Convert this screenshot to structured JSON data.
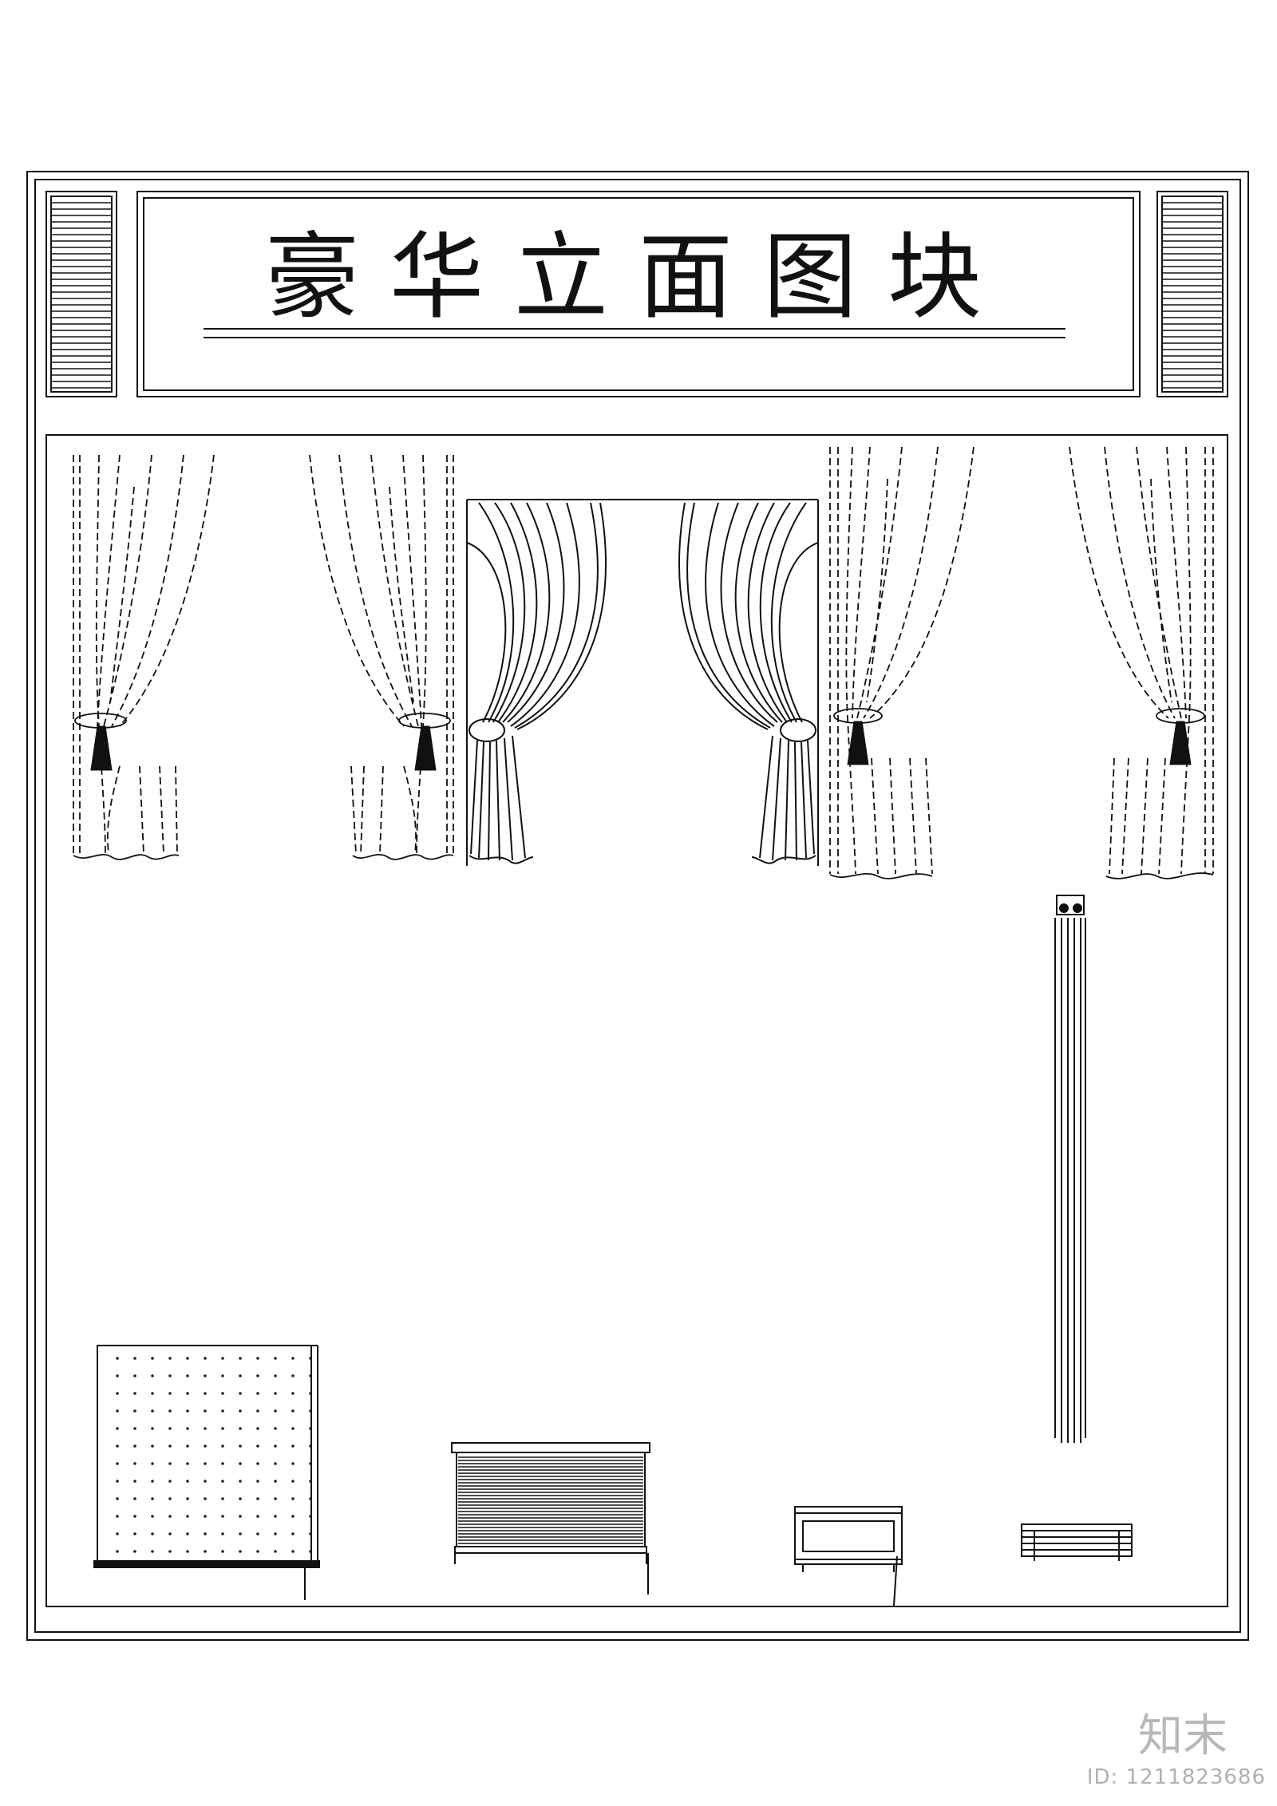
{
  "title": "豪华立面图块",
  "brand_mark": "知末",
  "id_label": "ID: 1211823686",
  "colors": {
    "line": "#111111",
    "paper": "#ffffff",
    "watermark": "#b8b8b8"
  },
  "blocks": [
    "curtain-tieback-left",
    "curtain-tieback-right",
    "drape-valance-center",
    "sheer-curtain-left",
    "sheer-curtain-right",
    "curtain-rail-vertical",
    "roller-blind-dotted",
    "roman-blind",
    "pelmet-box",
    "venetian-blind-small"
  ]
}
